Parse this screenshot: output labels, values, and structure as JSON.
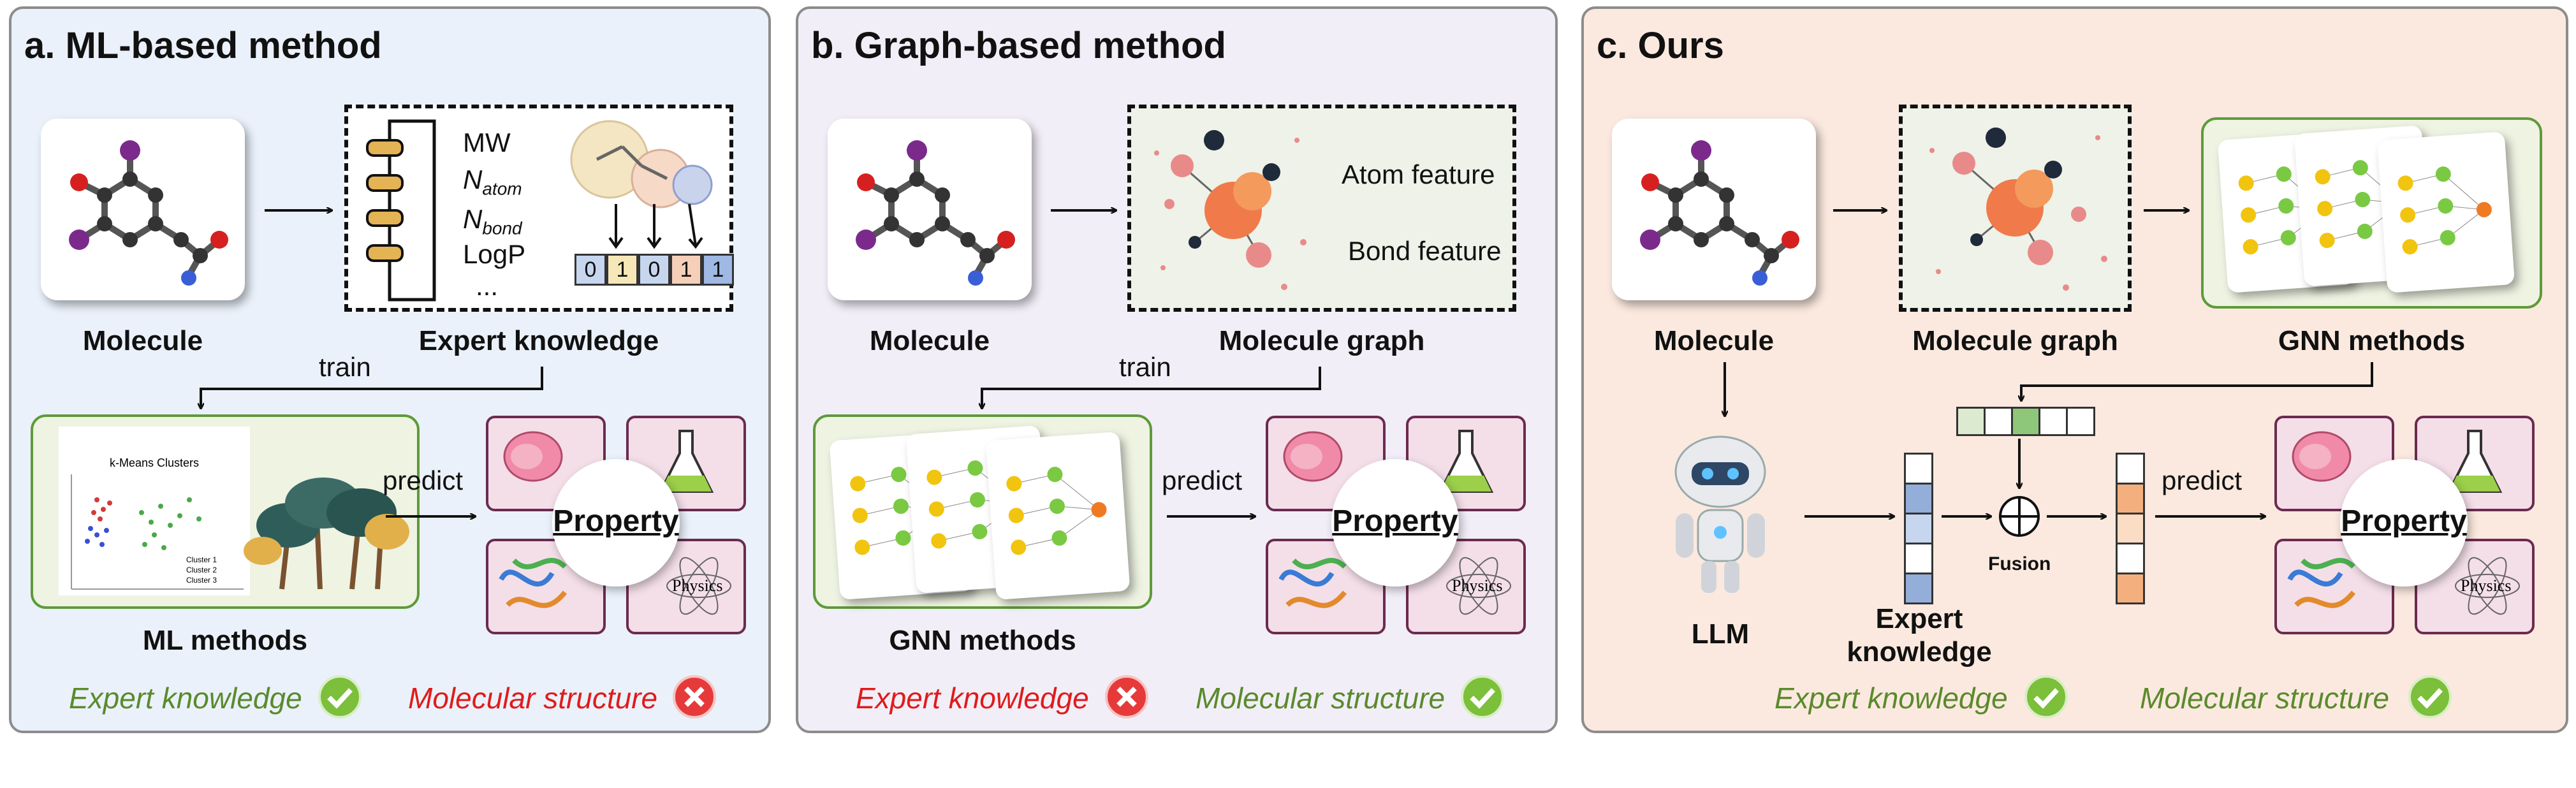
{
  "panels": {
    "a": {
      "title": "a. ML-based method",
      "molecule_label": "Molecule",
      "expert_label": "Expert knowledge",
      "descriptors": {
        "mw": "MW",
        "n_letter": "N",
        "atom_sub": "atom",
        "bond_sub": "bond",
        "logp": "LogP",
        "ellipsis": "..."
      },
      "fingerprint": [
        "0",
        "1",
        "0",
        "1",
        "1"
      ],
      "train_label": "train",
      "predict_label": "predict",
      "methods_label": "ML methods",
      "plot_title": "k-Means Clusters",
      "legend": [
        "Cluster 1",
        "Cluster 2",
        "Cluster 3"
      ],
      "property_label": "Property",
      "physics_label": "Physics",
      "status_expert": "Expert knowledge",
      "status_structure": "Molecular structure"
    },
    "b": {
      "title": "b. Graph-based method",
      "molecule_label": "Molecule",
      "graph_label": "Molecule graph",
      "atom_feature": "Atom feature",
      "bond_feature": "Bond feature",
      "train_label": "train",
      "predict_label": "predict",
      "methods_label": "GNN methods",
      "property_label": "Property",
      "physics_label": "Physics",
      "status_expert": "Expert knowledge",
      "status_structure": "Molecular structure"
    },
    "c": {
      "title": "c. Ours",
      "molecule_label": "Molecule",
      "graph_label": "Molecule graph",
      "gnn_label": "GNN methods",
      "llm_label": "LLM",
      "expert_label_line1": "Expert",
      "expert_label_line2": "knowledge",
      "fusion_label": "Fusion",
      "predict_label": "predict",
      "property_label": "Property",
      "physics_label": "Physics",
      "status_expert": "Expert knowledge",
      "status_structure": "Molecular structure"
    }
  },
  "colors": {
    "ok_green": "#7bbf3a",
    "bad_red": "#e63a3a",
    "frame_a": "#eaf1fa",
    "frame_b": "#f2eef8",
    "frame_c": "#fbe9df"
  },
  "icons": [
    "molecule-icon",
    "notebook-icon",
    "fingerprint-icon",
    "scatter-plot-icon",
    "tree-icon",
    "brain-icon",
    "flask-icon",
    "protein-icon",
    "atom-physics-icon",
    "graph-art-icon",
    "neural-net-icon",
    "robot-icon",
    "check-icon",
    "cross-icon",
    "fusion-plus-icon"
  ]
}
